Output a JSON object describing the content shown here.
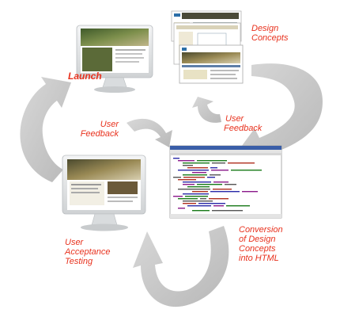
{
  "colors": {
    "label": "#e8321e",
    "arrow": "#c8c8c8",
    "monitor_bezel": "#e6e8ea",
    "code_bg": "#ffffff",
    "ide_titlebar": "#3a5ea8"
  },
  "stages": {
    "launch": {
      "label": "Launch",
      "icon": "monitor-with-website"
    },
    "design_concepts": {
      "lines": [
        "Design",
        "Concepts"
      ],
      "icon": "stacked-design-mockups"
    },
    "user_feedback_top": {
      "lines": [
        "User",
        "Feedback"
      ]
    },
    "user_feedback_left": {
      "lines": [
        "User",
        "Feedback"
      ]
    },
    "conversion": {
      "lines": [
        "Conversion",
        "of Design",
        "Concepts",
        "into HTML"
      ],
      "icon": "html-code-editor"
    },
    "user_acceptance_testing": {
      "lines": [
        "User",
        "Acceptance",
        "Testing"
      ],
      "icon": "monitor-with-website"
    }
  },
  "arrows": [
    "arrow-design-to-conversion",
    "arrow-conversion-to-testing",
    "arrow-testing-to-launch",
    "arrow-feedback-right",
    "arrow-feedback-left"
  ]
}
